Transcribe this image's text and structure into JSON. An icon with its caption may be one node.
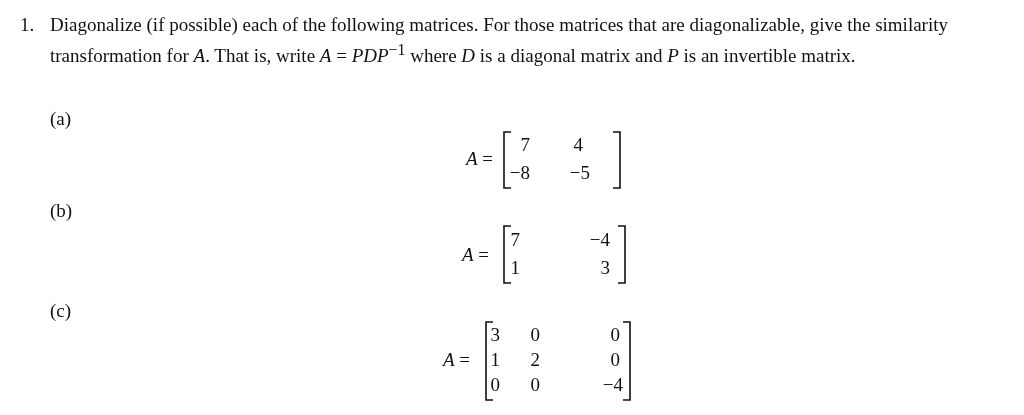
{
  "diagram": {
    "labels": [
      "1.",
      "Diagonalize (if possible) each of the following matrices. For those matrices that are diagonalizable, give the similarity transformation for *A*. That is, write *A* = *PDP*$^{−1}$ where *D* is a diagonal matrix and *P* is an invertible matrix.",
      "(a)",
      "*A* =",
      "7",
      "4",
      "−8",
      "−5",
      "(b)",
      "*A* =",
      "7",
      "−4",
      "1",
      "3",
      "(c)",
      "*A* =",
      "3",
      "0",
      "0",
      "1",
      "2",
      "0",
      "0",
      "0",
      "−4"
    ]
  }
}
